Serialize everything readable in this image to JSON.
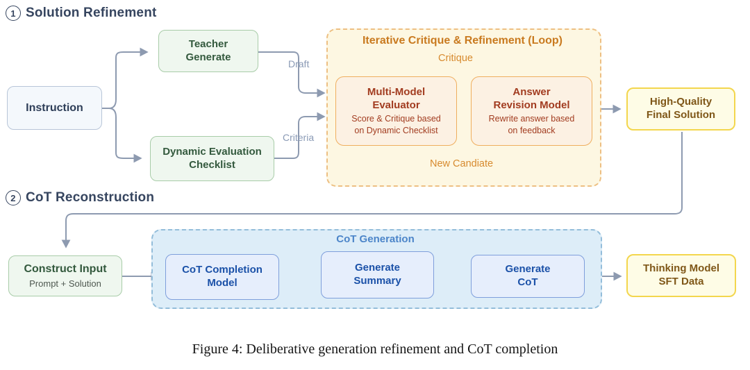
{
  "s1": {
    "num": "1",
    "heading": "Solution Refinement",
    "instruction": "Instruction",
    "teacher": "Teacher\nGenerate",
    "checklist": "Dynamic Evaluation\nChecklist",
    "draft_label": "Draft",
    "criteria_label": "Criteria",
    "loop_title": "Iterative Critique & Refinement (Loop)",
    "critique_label": "Critique",
    "new_candidate_label": "New Candiate",
    "evaluator_title": "Multi-Model\nEvaluator",
    "evaluator_sub": "Score & Critique based\non Dynamic Checklist",
    "revision_title": "Answer\nRevision Model",
    "revision_sub": "Rewrite answer based\non feedback",
    "final_solution": "High-Quality\nFinal Solution"
  },
  "s2": {
    "num": "2",
    "heading": "CoT Reconstruction",
    "construct_title": "Construct Input",
    "construct_sub": "Prompt + Solution",
    "cot_generation_label": "CoT Generation",
    "cot_completion": "CoT Completion\nModel",
    "generate_summary": "Generate\nSummary",
    "generate_cot": "Generate\nCoT",
    "thinking": "Thinking Model\nSFT Data"
  },
  "caption": "Figure 4: Deliberative generation refinement and CoT completion",
  "colors": {
    "heading_text": "#36455f",
    "gray_arrow": "#8d9ab0",
    "blue_arrow": "#3c69b5",
    "green_box_bg": "#eff7ef",
    "green_box_border": "#a8cca8",
    "green_text": "#33593d",
    "neutral_box_bg": "#f4f8fc",
    "neutral_box_border": "#b8c5d8",
    "loop_container_bg": "#fdf7e2",
    "loop_container_border": "#edbf82",
    "loop_title_text": "#c97a1f",
    "loop_box_bg": "#fcf1e3",
    "loop_box_border": "#efae5e",
    "loop_box_text": "#a23c20",
    "loop_arc": "#f1bd80",
    "arc_label_text": "#d78a2e",
    "yellow_box_bg": "#fefce6",
    "yellow_box_border": "#f3d64d",
    "yellow_text": "#7f5718",
    "blue_container_bg": "#ddedf8",
    "blue_container_border": "#93bdda",
    "blue_box_bg": "#e6eefc",
    "blue_box_border": "#7e9edb",
    "blue_text": "#1b51a8",
    "caption_text": "#141414"
  }
}
